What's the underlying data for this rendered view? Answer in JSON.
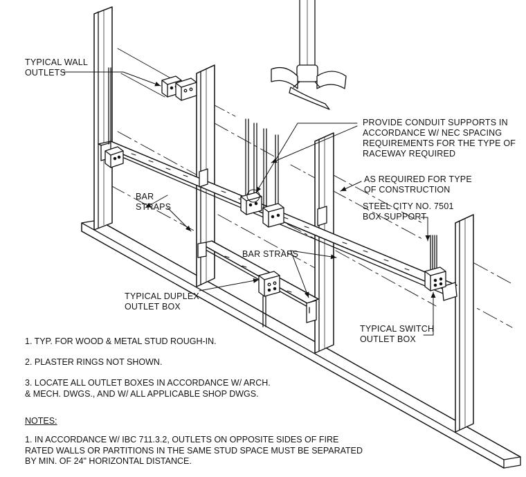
{
  "labels": {
    "typical_wall_outlets": [
      "TYPICAL WALL",
      "OUTLETS"
    ],
    "conduit_supports": [
      "PROVIDE CONDUIT SUPPORTS IN",
      "ACCORDANCE W/ NEC SPACING",
      "REQUIREMENTS FOR THE TYPE OF",
      "RACEWAY REQUIRED"
    ],
    "as_required": [
      "AS REQUIRED FOR TYPE",
      "OF CONSTRUCTION"
    ],
    "box_support": [
      "STEEL CITY NO. 7501",
      "BOX SUPPORT"
    ],
    "bar_straps_left": [
      "BAR",
      "STRAPS"
    ],
    "bar_straps_center": "BAR STRAPS",
    "duplex_box": [
      "TYPICAL DUPLEX",
      "OUTLET BOX"
    ],
    "switch_box": [
      "TYPICAL SWITCH",
      "OUTLET BOX"
    ]
  },
  "general_notes": [
    "1. TYP. FOR WOOD & METAL STUD ROUGH-IN.",
    "2. PLASTER RINGS NOT SHOWN.",
    "3. LOCATE ALL OUTLET BOXES IN ACCORDANCE W/ ARCH.",
    "& MECH. DWGS., AND W/ ALL APPLICABLE SHOP DWGS."
  ],
  "notes": {
    "heading": "NOTES:",
    "lines": [
      "1. IN ACCORDANCE W/ IBC 711.3.2, OUTLETS ON OPPOSITE SIDES OF FIRE",
      "RATED WALLS OR PARTITIONS IN THE SAME STUD SPACE MUST BE SEPARATED",
      "BY MIN. OF 24\" HORIZONTAL DISTANCE."
    ]
  },
  "colors": {
    "ink": "#111111",
    "background": "#ffffff"
  }
}
